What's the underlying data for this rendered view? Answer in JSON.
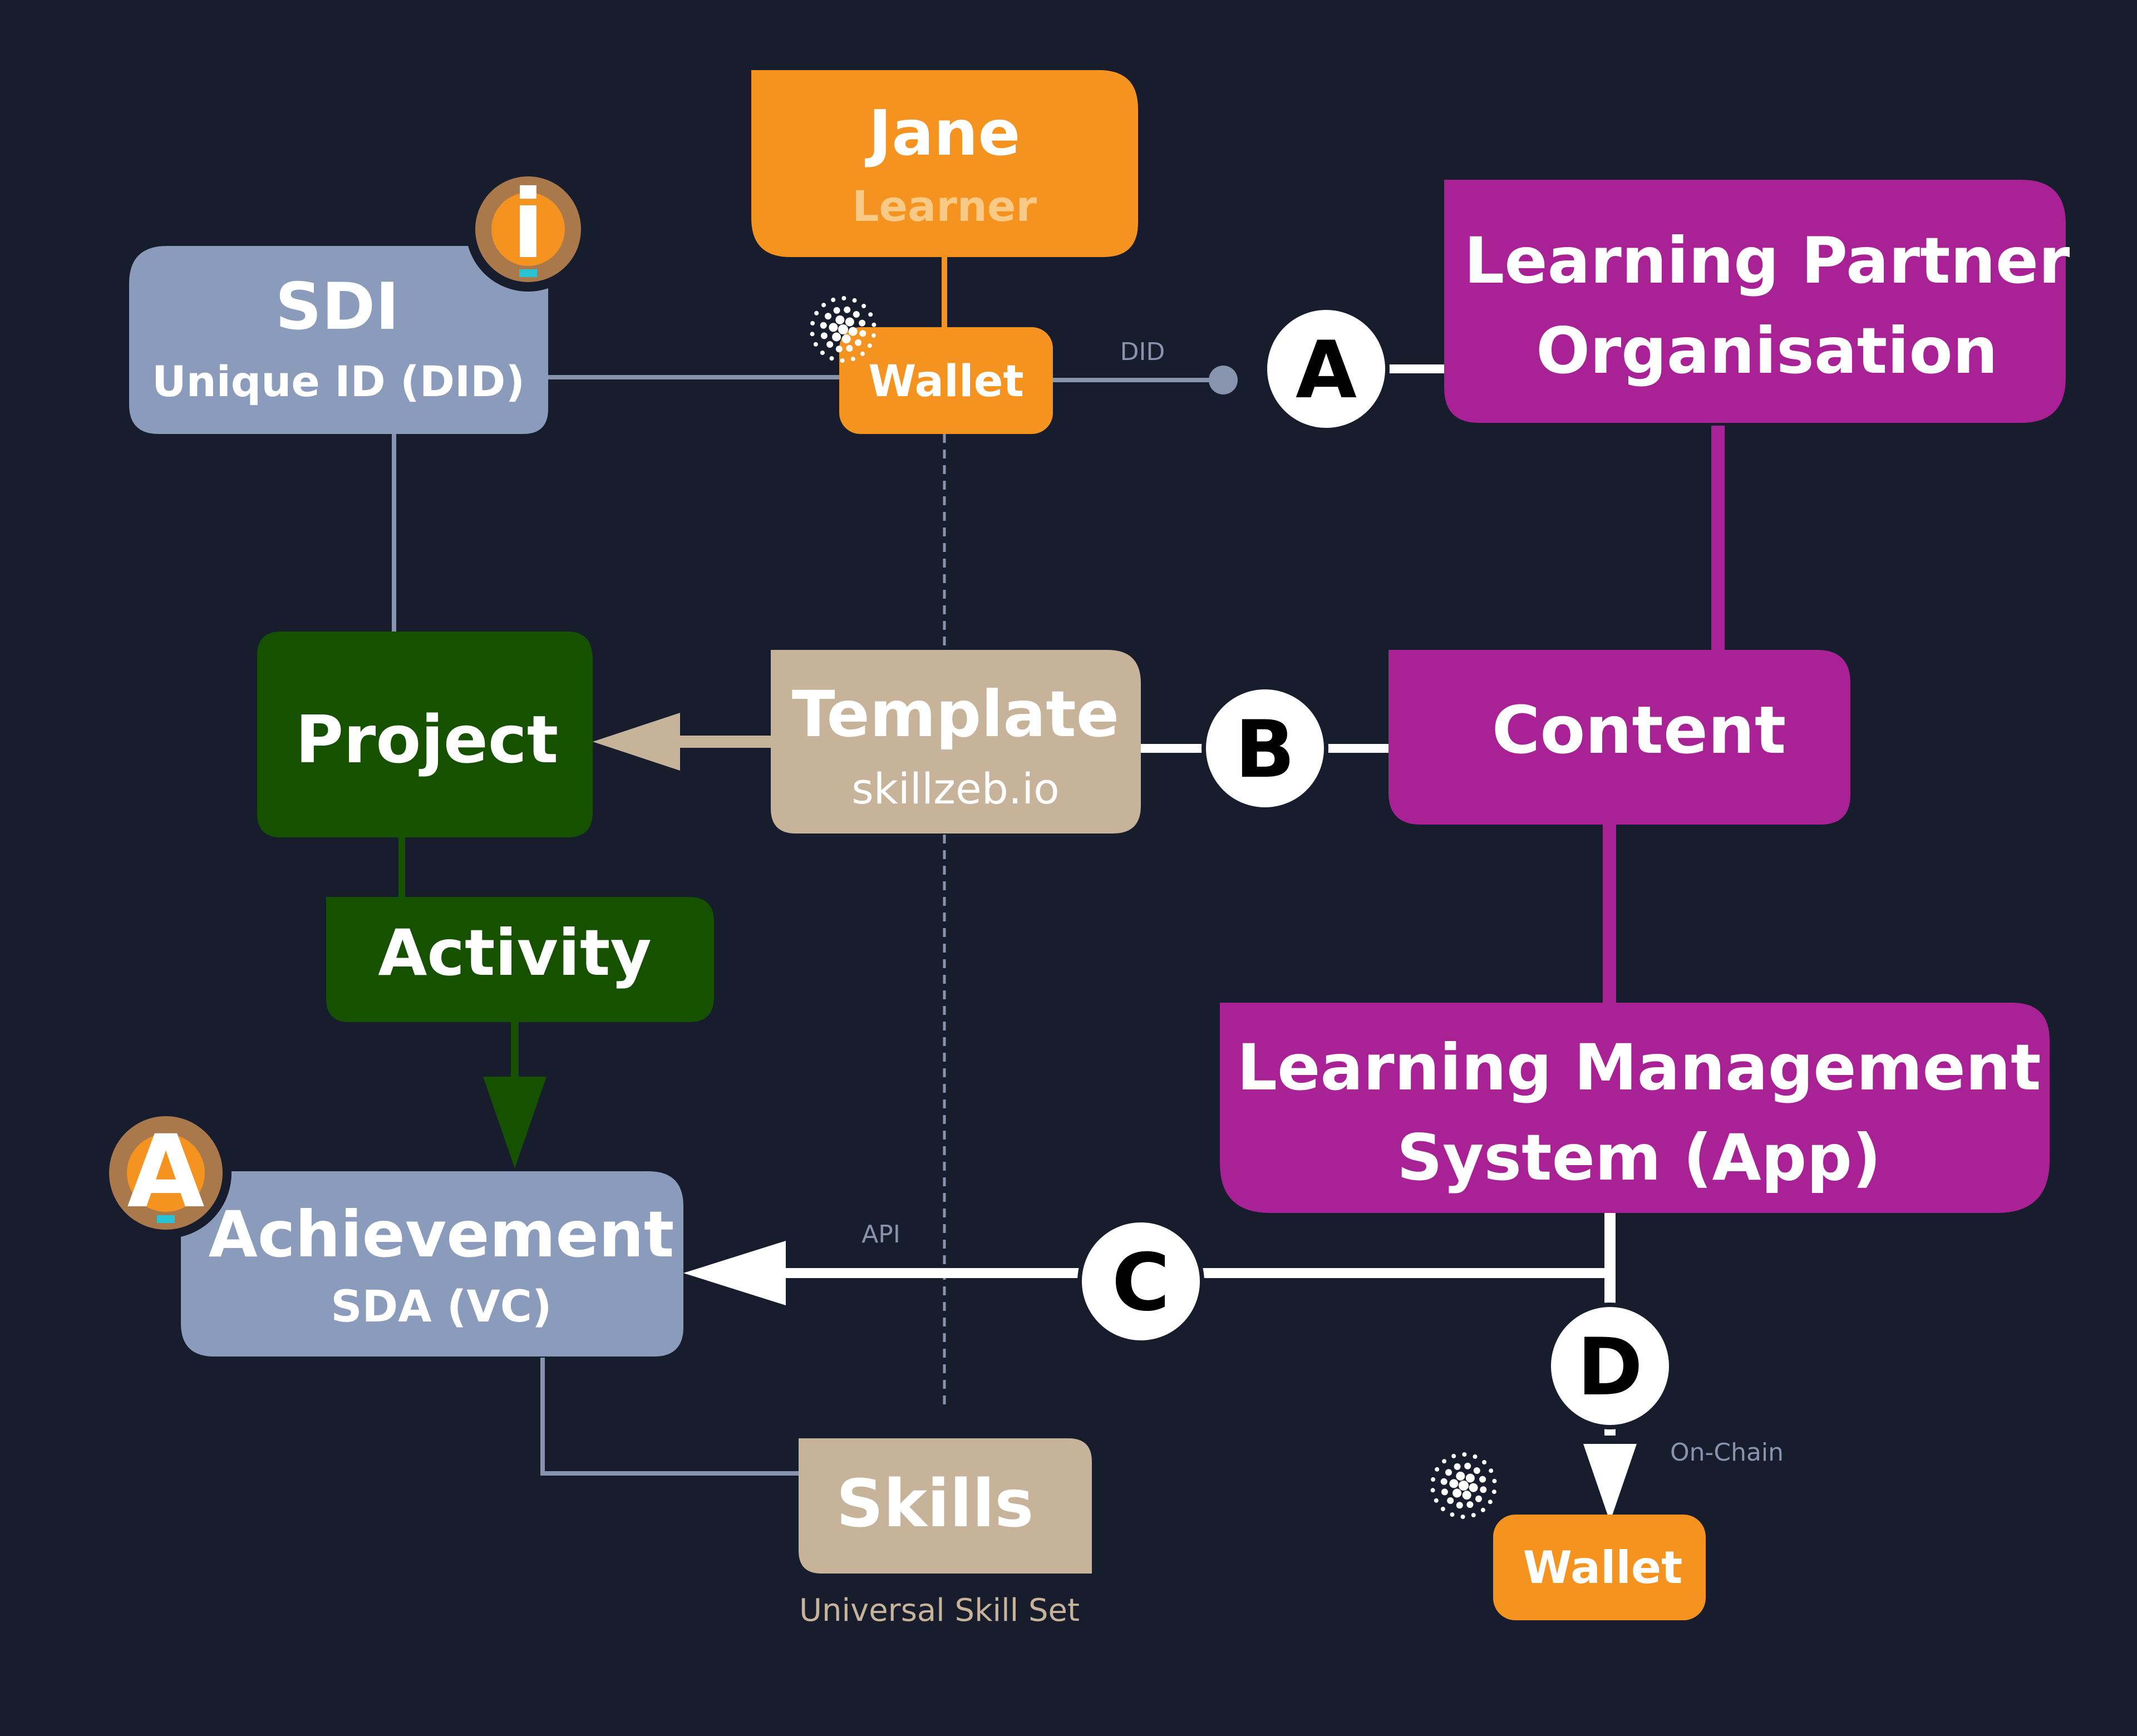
{
  "colors": {
    "background": "#171d2c",
    "orange": "#f59320",
    "purple": "#a82296",
    "slate": "#8a9bbb",
    "green": "#165100",
    "tan": "#c6b39a",
    "white": "#ffffff",
    "line_gray": "#8893ad",
    "badge_brown": "#a9794c",
    "badge_cyan": "#29c3d6"
  },
  "nodes": {
    "jane": {
      "title": "Jane",
      "subtitle": "Learner"
    },
    "sdi": {
      "title": "SDI",
      "subtitle": "Unique ID (DID)",
      "badge": "i"
    },
    "wallet_top": {
      "title": "Wallet",
      "icon": "cardano-logo-icon"
    },
    "learning_partner": {
      "line1": "Learning Partner",
      "line2": "Organisation"
    },
    "project": {
      "title": "Project"
    },
    "template": {
      "title": "Template",
      "subtitle": "skillzeb.io"
    },
    "content": {
      "title": "Content"
    },
    "activity": {
      "title": "Activity"
    },
    "lms": {
      "line1": "Learning Management",
      "line2": "System (App)"
    },
    "achievement": {
      "title": "Achievement",
      "subtitle": "SDA (VC)",
      "badge": "A"
    },
    "skills": {
      "title": "Skills",
      "caption": "Universal Skill Set"
    },
    "wallet_bottom": {
      "title": "Wallet",
      "icon": "cardano-logo-icon"
    }
  },
  "markers": {
    "a": "A",
    "b": "B",
    "c": "C",
    "d": "D"
  },
  "edge_labels": {
    "did": "DID",
    "api": "API",
    "on_chain": "On-Chain"
  }
}
